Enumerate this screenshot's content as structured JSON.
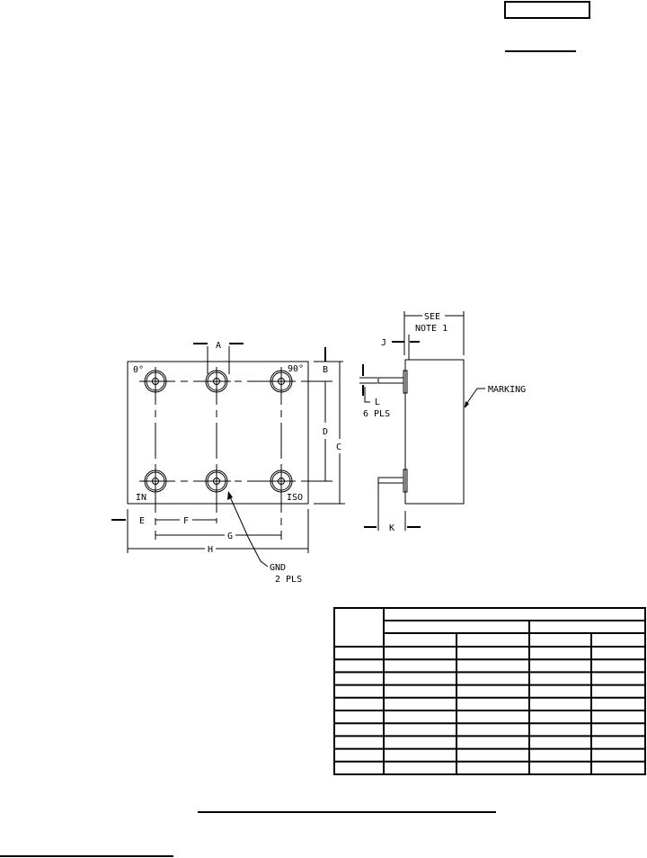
{
  "front_view": {
    "corner_labels": {
      "top_left": "0°",
      "top_right": "90°",
      "bottom_left": "IN",
      "bottom_right": "ISO"
    },
    "dimensions": {
      "A": "A",
      "B": "B",
      "C": "C",
      "D": "D",
      "E": "E",
      "F": "F",
      "G": "G",
      "H": "H"
    },
    "gnd_callout": {
      "line1": "GND",
      "line2": "2 PLS"
    }
  },
  "side_view": {
    "see_note": {
      "line1": "SEE",
      "line2": "NOTE 1"
    },
    "dimensions": {
      "J": "J",
      "K": "K",
      "L": "L"
    },
    "pin_count": "6 PLS",
    "marking": "MARKING"
  },
  "table": {
    "header_rows": 3,
    "data_rows": 10,
    "columns": 5
  }
}
